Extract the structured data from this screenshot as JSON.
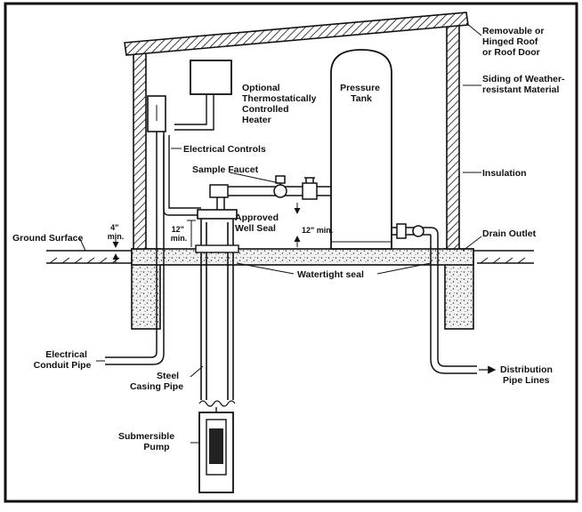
{
  "labels": {
    "roof_door": [
      "Removable or",
      "Hinged Roof",
      "or Roof Door"
    ],
    "siding": [
      "Siding of Weather-",
      "resistant Material"
    ],
    "insulation": "Insulation",
    "drain_outlet": "Drain Outlet",
    "heater": [
      "Optional",
      "Thermostatically",
      "Controlled",
      "Heater"
    ],
    "electrical_controls": "Electrical Controls",
    "sample_faucet": "Sample Faucet",
    "approved_well_seal": [
      "Approved",
      "Well Seal"
    ],
    "pressure_tank": [
      "Pressure",
      "Tank"
    ],
    "ground_surface": "Ground Surface",
    "four_inch_min": [
      "4\"",
      "min."
    ],
    "twelve_inch_min_left": [
      "12\"",
      "min."
    ],
    "twelve_inch_min_right": "12\" min.",
    "watertight_seal": "Watertight seal",
    "electrical_conduit_pipe": [
      "Electrical",
      "Conduit Pipe"
    ],
    "steel_casing_pipe": [
      "Steel",
      "Casing Pipe"
    ],
    "submersible_pump": [
      "Submersible",
      "Pump"
    ],
    "distribution_pipe_lines": [
      "Distribution",
      "Pipe Lines"
    ]
  },
  "colors": {
    "line": "#111111",
    "background": "#ffffff"
  }
}
